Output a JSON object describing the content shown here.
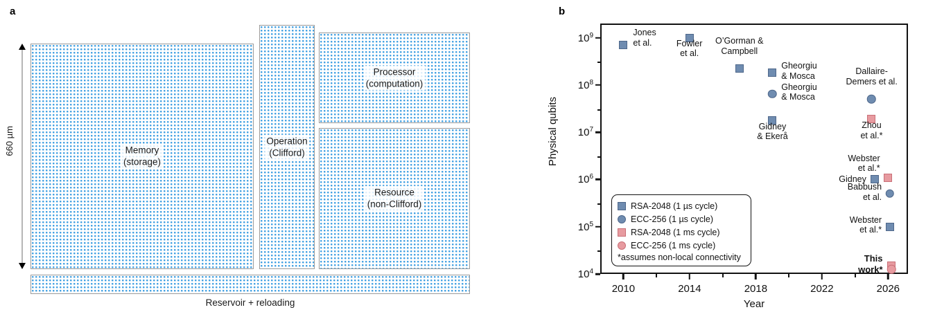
{
  "figure": {
    "panel_a_letter": "a",
    "panel_b_letter": "b"
  },
  "panel_a": {
    "scale_label": "660 µm",
    "zones": [
      {
        "name": "memory",
        "line1": "Memory",
        "line2": "(storage)"
      },
      {
        "name": "operation",
        "line1": "Operation",
        "line2": "(Clifford)"
      },
      {
        "name": "processor",
        "line1": "Processor",
        "line2": "(computation)"
      },
      {
        "name": "resource",
        "line1": "Resource",
        "line2": "(non-Clifford)"
      }
    ],
    "reservoir_caption": "Reservoir + reloading",
    "colors": {
      "dot": "#3f9fe2",
      "zone_border": "#9a9a9a"
    }
  },
  "chart_data": {
    "type": "scatter",
    "title": "",
    "xlabel": "Year",
    "ylabel": "Physical qubits",
    "xlim": [
      2008.6,
      2027.2
    ],
    "ylim": [
      10000,
      2000000000
    ],
    "yscale": "log",
    "grid": false,
    "xticks": [
      2010,
      2014,
      2018,
      2022,
      2026
    ],
    "xtick_labels": [
      "2010",
      "2014",
      "2018",
      "2022",
      "2026"
    ],
    "xminorticks": [
      2012,
      2016,
      2020,
      2024
    ],
    "yticks": [
      10000,
      100000,
      1000000,
      10000000,
      100000000,
      1000000000
    ],
    "ytick_labels": [
      "10⁴",
      "10⁵",
      "10⁶",
      "10⁷",
      "10⁸",
      "10⁹"
    ],
    "ytick_mantissas": [
      "4",
      "5",
      "6",
      "7",
      "8",
      "9"
    ],
    "series": [
      {
        "name": "RSA-2048 (1 µs cycle)",
        "marker": "square",
        "color": "#6f8cb0"
      },
      {
        "name": "ECC-256 (1 µs cycle)",
        "marker": "circle",
        "color": "#6f8cb0"
      },
      {
        "name": "RSA-2048 (1 ms cycle)",
        "marker": "square",
        "color": "#e79ba0"
      },
      {
        "name": "ECC-256 (1 ms cycle)",
        "marker": "circle",
        "color": "#e79ba0"
      }
    ],
    "points": [
      {
        "label": "Jones\net al.",
        "label_l1": "Jones",
        "label_l2": "et al.",
        "x": 2010.0,
        "y": 700000000.0,
        "marker": "square",
        "series": "RSA-2048 (1 µs cycle)"
      },
      {
        "label": "Fowler\net al.",
        "label_l1": "Fowler",
        "label_l2": "et al.",
        "x": 2014.0,
        "y": 1000000000.0,
        "marker": "square",
        "series": "RSA-2048 (1 µs cycle)"
      },
      {
        "label": "O’Gorman &\nCampbell",
        "label_l1": "O’Gorman &",
        "label_l2": "Campbell",
        "x": 2017.0,
        "y": 220000000.0,
        "marker": "square",
        "series": "RSA-2048 (1 µs cycle)"
      },
      {
        "label": "Gheorgiu\n& Mosca",
        "label_l1": "Gheorgiu",
        "label_l2": "& Mosca",
        "x": 2019.0,
        "y": 180000000.0,
        "marker": "square",
        "series": "RSA-2048 (1 µs cycle)"
      },
      {
        "label": "Gheorgiu\n& Mosca",
        "label_l1": "Gheorgiu",
        "label_l2": "& Mosca",
        "x": 2019.0,
        "y": 65000000.0,
        "marker": "circle",
        "series": "ECC-256 (1 µs cycle)"
      },
      {
        "label": "Gidney\n& Ekerå",
        "label_l1": "Gidney",
        "label_l2": "& Ekerå",
        "x": 2019.0,
        "y": 18000000.0,
        "marker": "square",
        "series": "RSA-2048 (1 µs cycle)"
      },
      {
        "label": "Dallaire-\nDemers et al.",
        "label_l1": "Dallaire-",
        "label_l2": "Demers et al.",
        "x": 2025.0,
        "y": 50000000.0,
        "marker": "circle",
        "series": "ECC-256 (1 µs cycle)"
      },
      {
        "label": "Zhou\net al.*",
        "label_l1": "Zhou",
        "label_l2": "et al.*",
        "x": 2025.0,
        "y": 19000000.0,
        "marker": "square",
        "series": "RSA-2048 (1 ms cycle)"
      },
      {
        "label": "Webster\net al.*",
        "label_l1": "Webster",
        "label_l2": "et al.*",
        "x": 2026.0,
        "y": 1100000.0,
        "marker": "square",
        "series": "RSA-2048 (1 ms cycle)"
      },
      {
        "label": "Gidney",
        "label_l1": "Gidney",
        "label_l2": "",
        "x": 2025.2,
        "y": 1000000.0,
        "marker": "square",
        "series": "RSA-2048 (1 µs cycle)"
      },
      {
        "label": "Babbush\net al.",
        "label_l1": "Babbush",
        "label_l2": "et al.",
        "x": 2026.1,
        "y": 500000.0,
        "marker": "circle",
        "series": "ECC-256 (1 µs cycle)"
      },
      {
        "label": "Webster\net al.*",
        "label_l1": "Webster",
        "label_l2": "et al.*",
        "x": 2026.1,
        "y": 100000.0,
        "marker": "square",
        "series": "RSA-2048 (1 µs cycle)"
      },
      {
        "label": "This\nwork*",
        "label_l1": "This",
        "label_l2": "work*",
        "x": 2026.2,
        "y": 15000.0,
        "marker": "square",
        "series": "RSA-2048 (1 ms cycle)",
        "bold": true
      },
      {
        "label": "This\nwork*",
        "label_l1": "This",
        "label_l2": "work*",
        "x": 2026.2,
        "y": 12500.0,
        "marker": "circle",
        "series": "ECC-256 (1 ms cycle)",
        "bold": true
      }
    ],
    "legend": {
      "position": "lower-left-inside",
      "entries": [
        {
          "marker": "square",
          "color_key": "blue",
          "text": "RSA-2048 (1 µs cycle)"
        },
        {
          "marker": "circle",
          "color_key": "blue",
          "text": "ECC-256 (1 µs cycle)"
        },
        {
          "marker": "square",
          "color_key": "red",
          "text": "RSA-2048 (1 ms cycle)"
        },
        {
          "marker": "circle",
          "color_key": "red",
          "text": "ECC-256 (1 ms cycle)"
        }
      ],
      "note": "*assumes non-local connectivity"
    }
  }
}
